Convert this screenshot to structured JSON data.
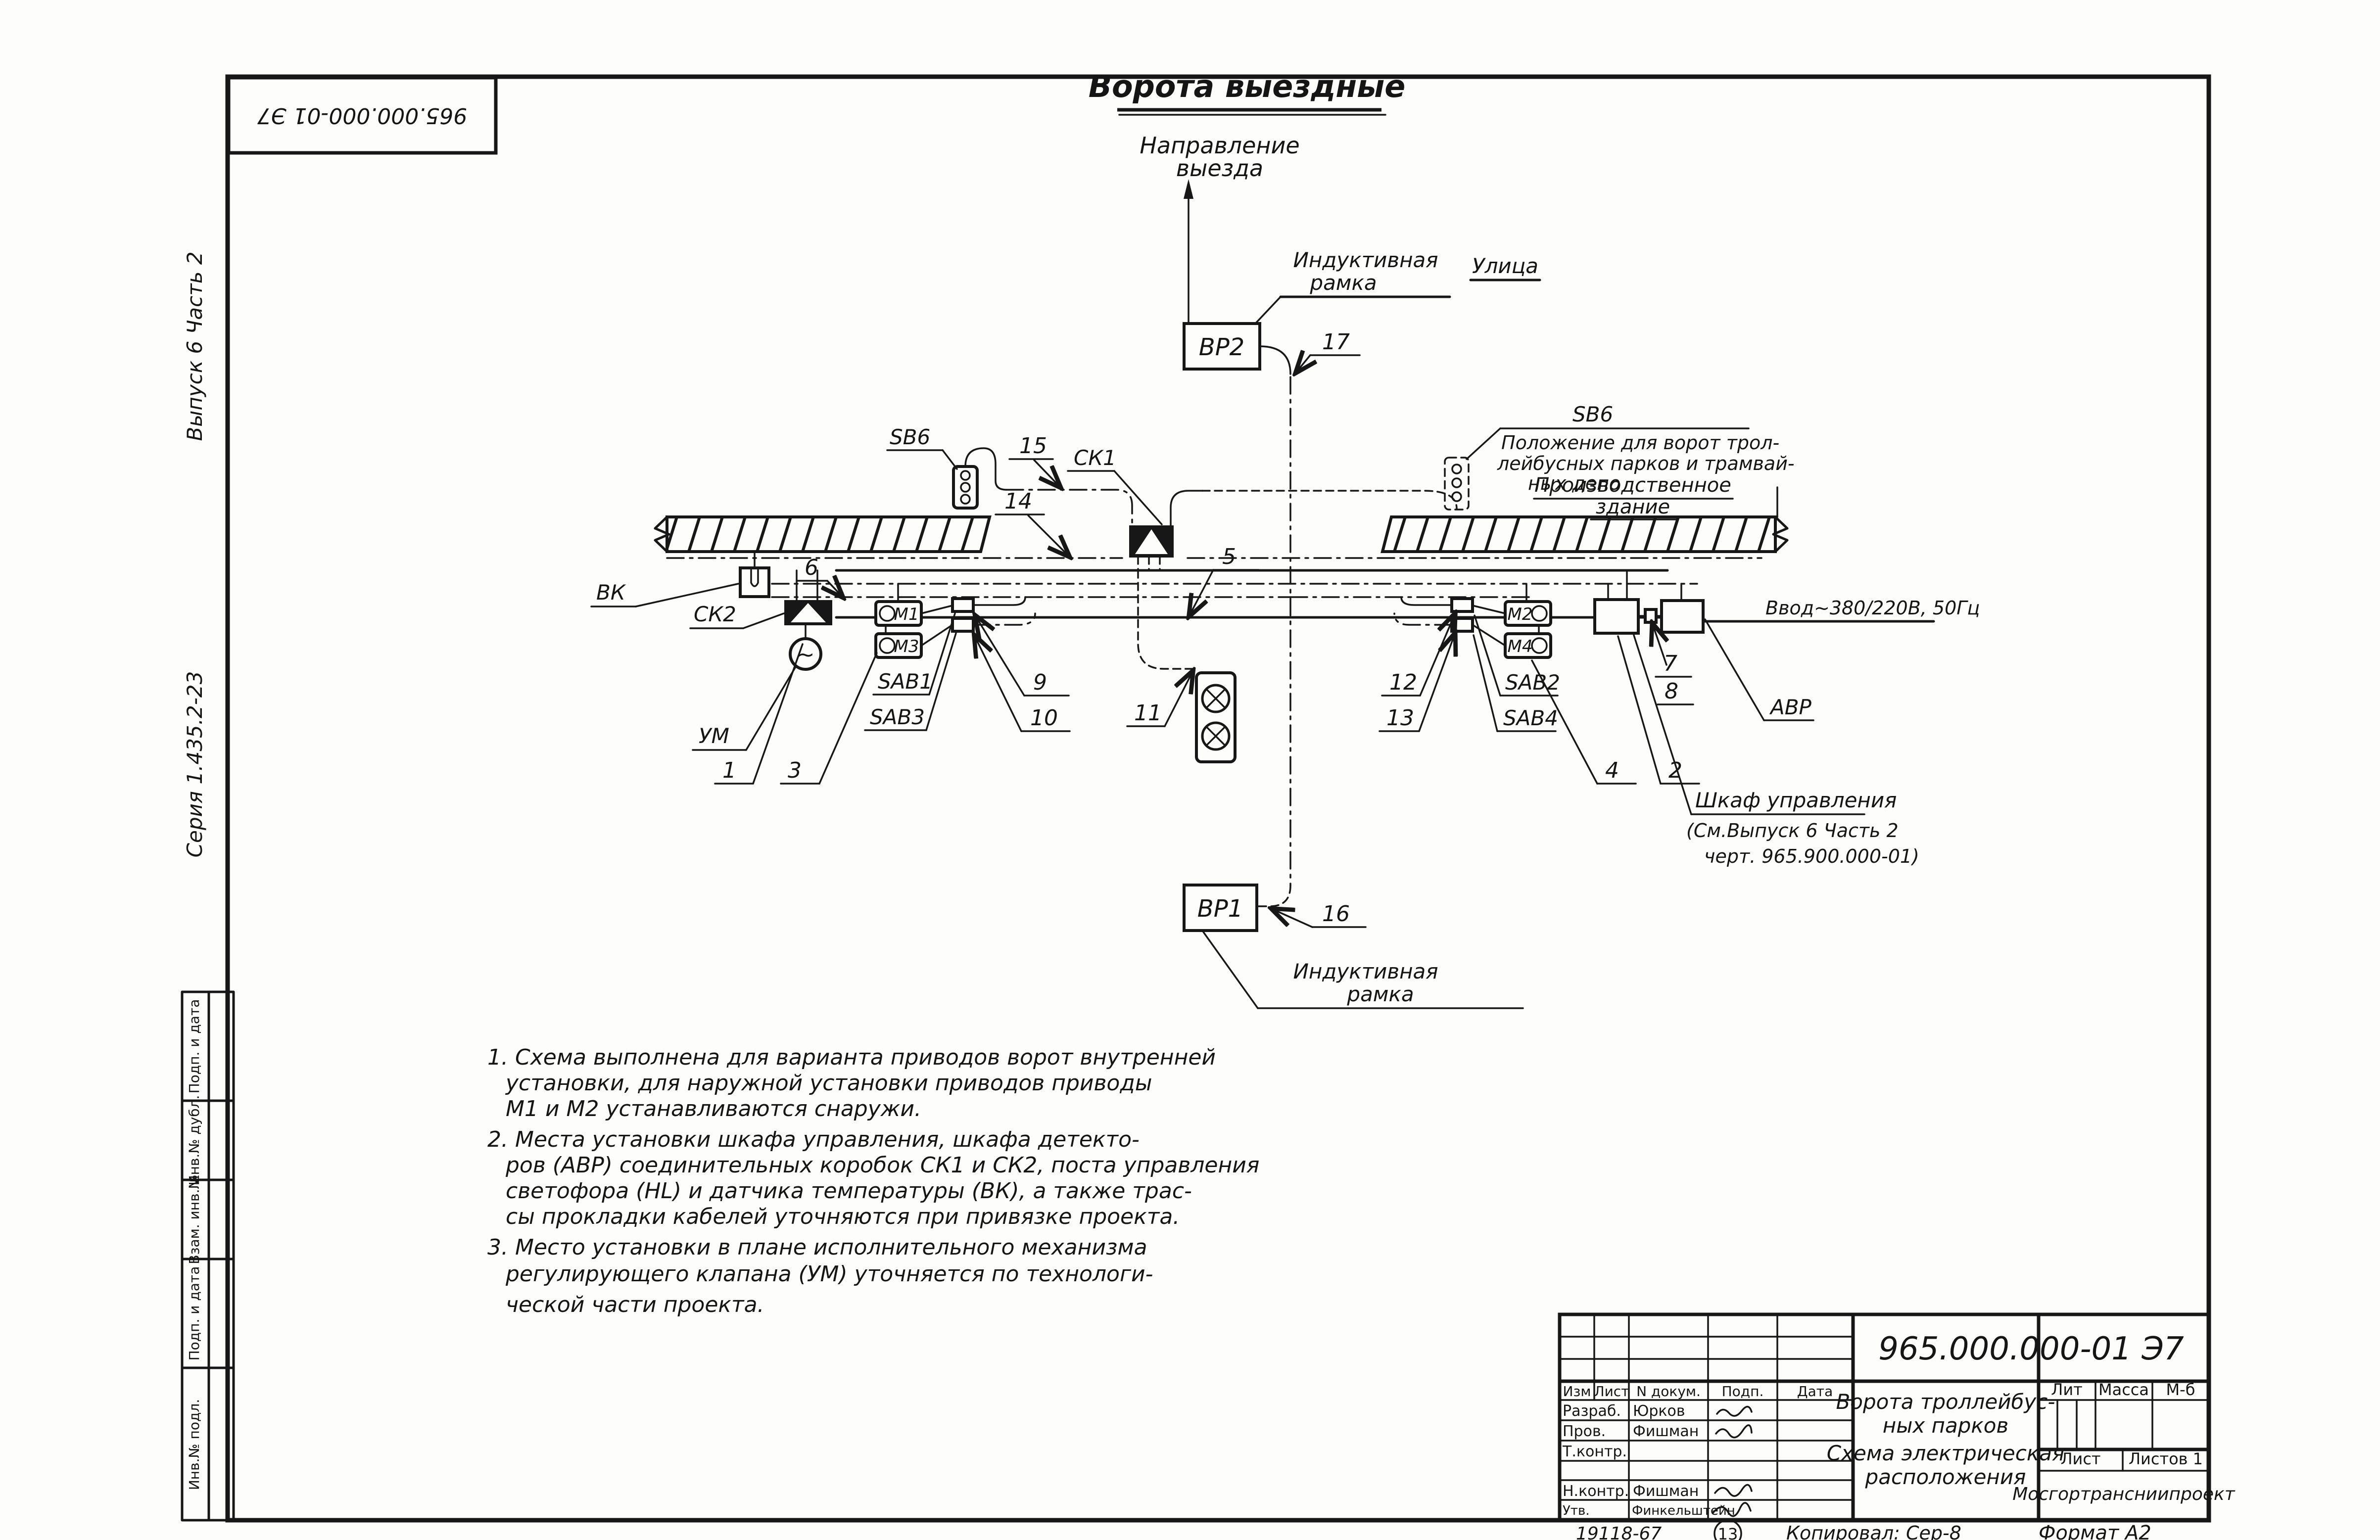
{
  "sheet": {
    "corner_stamp": "965.000.000-01 Э7",
    "issue_label": "Выпуск 6 Часть 2",
    "series_label": "Серия 1.435.2-23",
    "frame_rows": [
      "Подп. и дата",
      "Инв.№ дубл.",
      "Взам. инв.№",
      "Подп. и дата",
      "Инв.№ подл."
    ]
  },
  "diagram": {
    "title": "Ворота выездные",
    "direction_line1": "Направление",
    "direction_line2": "выезда",
    "street": "Улица",
    "inductive_top_line1": "Индуктивная",
    "inductive_top_line2": "рамка",
    "inductive_bottom_line1": "Индуктивная",
    "inductive_bottom_line2": "рамка",
    "vr2": "ВР2",
    "vr1": "ВР1",
    "sb6_left": "SB6",
    "sb6_right": "SB6",
    "sb6_right_note_line1": "Положение для ворот трол-",
    "sb6_right_note_line2": "лейбусных парков и трамвай-",
    "sb6_right_note_line3": "ных депо",
    "building_line1": "Производственное",
    "building_line2": "здание",
    "supply": "Ввод~380/220В, 50Гц",
    "sk1": "СК1",
    "sk2": "СК2",
    "vk": "ВК",
    "um": "УМ",
    "m1": "М1",
    "m2": "М2",
    "m3": "М3",
    "m4": "М4",
    "sab1": "SAB1",
    "sab2": "SAB2",
    "sab3": "SAB3",
    "sab4": "SAB4",
    "avr": "АВР",
    "cabinet_line1": "Шкаф управления",
    "cabinet_line2": "(См.Выпуск 6 Часть 2",
    "cabinet_line3": "черт. 965.900.000-01)",
    "pos": {
      "p1": "1",
      "p2": "2",
      "p3": "3",
      "p4": "4",
      "p5": "5",
      "p6": "6",
      "p7": "7",
      "p8": "8",
      "p9": "9",
      "p10": "10",
      "p11": "11",
      "p12": "12",
      "p13": "13",
      "p14": "14",
      "p15": "15",
      "p16": "16",
      "p17": "17"
    }
  },
  "notes": {
    "lines": [
      "1. Схема выполнена для варианта приводов ворот внутренней",
      "установки, для наружной установки приводов  приводы",
      "М1 и М2 устанавливаются  снаружи.",
      "2. Места установки шкафа управления, шкафа детекто-",
      "ров (АВР) соединительных коробок СК1 и СК2, поста управления",
      "светофора (HL) и датчика температуры (ВК), а также трас-",
      "сы прокладки кабелей уточняются при привязке проекта.",
      "3. Место установки в плане исполнительного механизма",
      "регулирующего клапана (УМ) уточняется  по технологи-",
      "ческой части проекта."
    ]
  },
  "title_block": {
    "doc_number": "965.000.000-01 Э7",
    "name_line1": "Ворота троллейбус-",
    "name_line2": "ных парков",
    "name_line3": "Схема электрическая",
    "name_line4": "расположения",
    "col_izm": "Изм",
    "col_list": "Лист",
    "col_ndoc": "N докум.",
    "col_podp": "Подп.",
    "col_data": "Дата",
    "row_razrab": "Разраб.",
    "name_razrab": "Юрков",
    "row_prov": "Пров.",
    "name_prov": "Фишман",
    "row_tkontr": "Т.контр.",
    "row_nkontr": "Н.контр.",
    "name_nkontr": "Фишман",
    "row_utv": "Утв.",
    "name_utv": "Финкельштейн",
    "lit": "Лит",
    "massa": "Масса",
    "mb": "М-б",
    "list": "Лист",
    "listov": "Листов 1",
    "org": "Мосгортрансниипроект"
  },
  "footer": {
    "code": "19118-67",
    "copy_number": "13",
    "copied": "Копировал: Сер-8",
    "format": "Формат А2"
  }
}
